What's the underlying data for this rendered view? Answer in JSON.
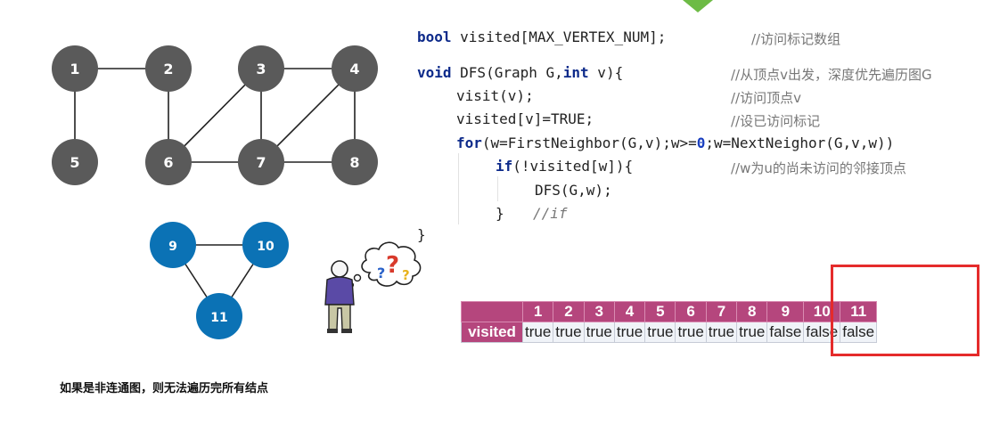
{
  "graph1": {
    "vertex_color": "#5a5a5a",
    "vertices": [
      {
        "id": "v1",
        "label": "1"
      },
      {
        "id": "v2",
        "label": "2"
      },
      {
        "id": "v3",
        "label": "3"
      },
      {
        "id": "v4",
        "label": "4"
      },
      {
        "id": "v5",
        "label": "5"
      },
      {
        "id": "v6",
        "label": "6"
      },
      {
        "id": "v7",
        "label": "7"
      },
      {
        "id": "v8",
        "label": "8"
      }
    ],
    "edges": [
      [
        "1",
        "2"
      ],
      [
        "1",
        "5"
      ],
      [
        "2",
        "6"
      ],
      [
        "3",
        "4"
      ],
      [
        "3",
        "6"
      ],
      [
        "3",
        "7"
      ],
      [
        "4",
        "7"
      ],
      [
        "4",
        "8"
      ],
      [
        "6",
        "7"
      ],
      [
        "7",
        "8"
      ]
    ]
  },
  "graph2": {
    "vertex_color": "#0b72b5",
    "vertices": [
      {
        "id": "v9",
        "label": "9"
      },
      {
        "id": "v10",
        "label": "10"
      },
      {
        "id": "v11",
        "label": "11"
      }
    ],
    "edges": [
      [
        "9",
        "10"
      ],
      [
        "9",
        "11"
      ],
      [
        "10",
        "11"
      ]
    ]
  },
  "code": {
    "decl": {
      "type": "bool",
      "rest": " visited[MAX_VERTEX_NUM];",
      "comment": "//访问标记数组"
    },
    "sig": {
      "type": "void",
      "name": " DFS(Graph G,",
      "int": "int",
      "rest": " v){",
      "comment": "//从顶点v出发，深度优先遍历图G"
    },
    "visit": {
      "text": "visit(v);",
      "comment": "//访问顶点v"
    },
    "set": {
      "text": "visited[v]=TRUE;",
      "comment": "//设已访问标记"
    },
    "for": {
      "kw": "for",
      "a": "(w=FirstNeighbor(G,v);w>=",
      "zero": "0",
      "b": ";w=NextNeighor(G,v,w))"
    },
    "if": {
      "kw": "if",
      "rest": "(!visited[w]){",
      "comment": "//w为u的尚未访问的邻接顶点"
    },
    "call": {
      "text": "DFS(G,w);"
    },
    "close_if": {
      "text": "}",
      "comment": "//if"
    },
    "close_fn": {
      "text": "}"
    }
  },
  "visited_table": {
    "row_label": "visited",
    "header": [
      "1",
      "2",
      "3",
      "4",
      "5",
      "6",
      "7",
      "8",
      "9",
      "10",
      "11"
    ],
    "values": [
      "true",
      "true",
      "true",
      "true",
      "true",
      "true",
      "true",
      "true",
      "false",
      "false",
      "false"
    ]
  },
  "caption": "如果是非连通图，则无法遍历完所有结点",
  "colors": {
    "table_header": "#b5467d",
    "highlight_box": "#e52b2b",
    "top_arrow": "#6dbb45"
  }
}
